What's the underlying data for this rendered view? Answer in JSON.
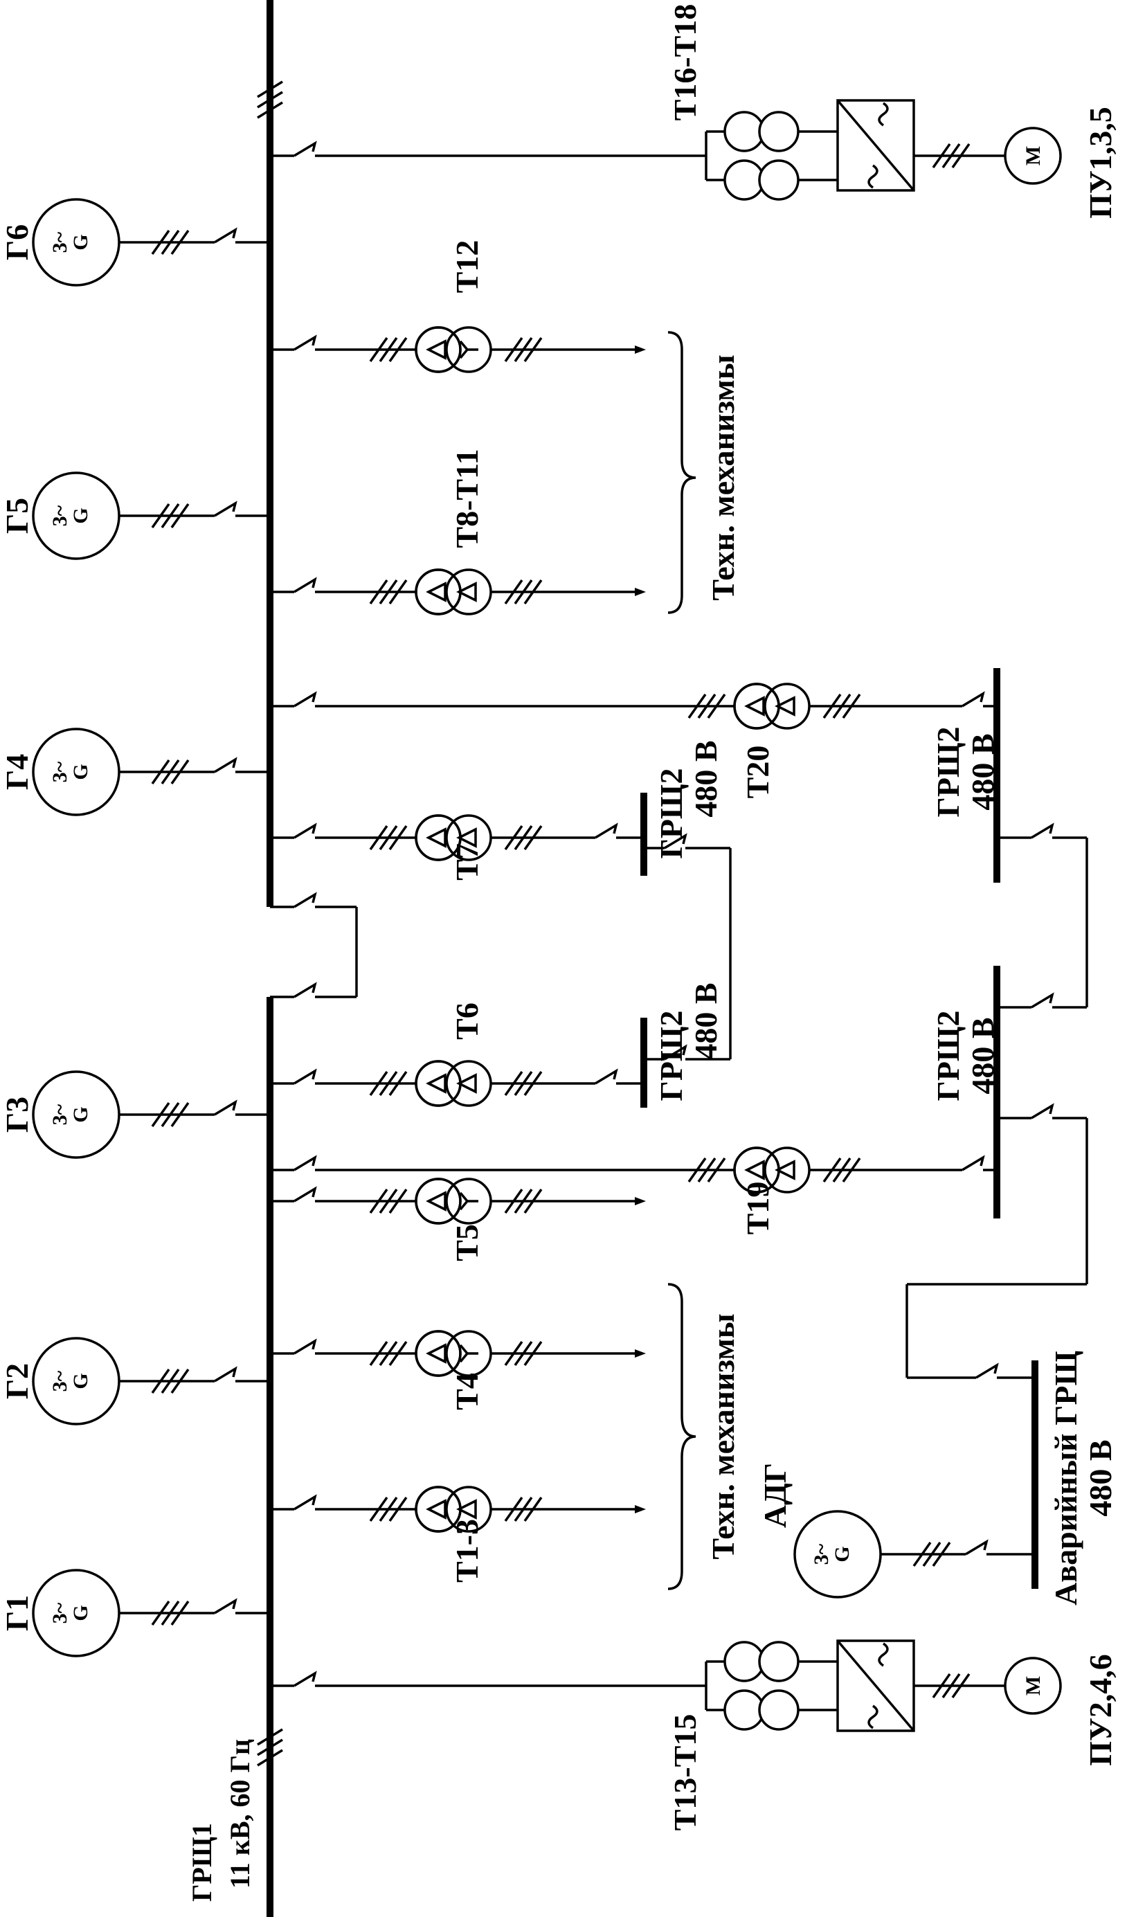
{
  "diagram": {
    "main_bus": {
      "name": "ГРЩ1",
      "rating": "11 кВ, 60 Гц"
    },
    "generators": [
      {
        "id": "g1",
        "label": "Г1"
      },
      {
        "id": "g2",
        "label": "Г2"
      },
      {
        "id": "g3",
        "label": "Г3"
      },
      {
        "id": "g4",
        "label": "Г4"
      },
      {
        "id": "g5",
        "label": "Г5"
      },
      {
        "id": "g6",
        "label": "Г6"
      }
    ],
    "generator_symbol": {
      "letter": "G",
      "phase": "3~"
    },
    "transformers": {
      "t1_3": "Т1-3",
      "t4": "Т4",
      "t5": "Т5",
      "t6": "Т6",
      "t7": "Т7",
      "t8_11": "Т8-Т11",
      "t12": "Т12",
      "t13_15": "Т13-Т15",
      "t16_18": "Т16-Т18",
      "t19": "Т19",
      "t20": "Т20"
    },
    "loads": {
      "tech_mechanisms": "Техн. механизмы"
    },
    "switchboards": {
      "grsh2_name": "ГРЩ2",
      "grsh2_voltage": "480 В",
      "emergency_name": "Аварийный ГРЩ",
      "emergency_voltage": "480 В"
    },
    "emergency_generator": {
      "label": "АДГ"
    },
    "propulsion": [
      {
        "id": "pu246",
        "label": "ПУ2,4,6",
        "motor": "M"
      },
      {
        "id": "pu135",
        "label": "ПУ1,3,5",
        "motor": "M"
      }
    ]
  }
}
